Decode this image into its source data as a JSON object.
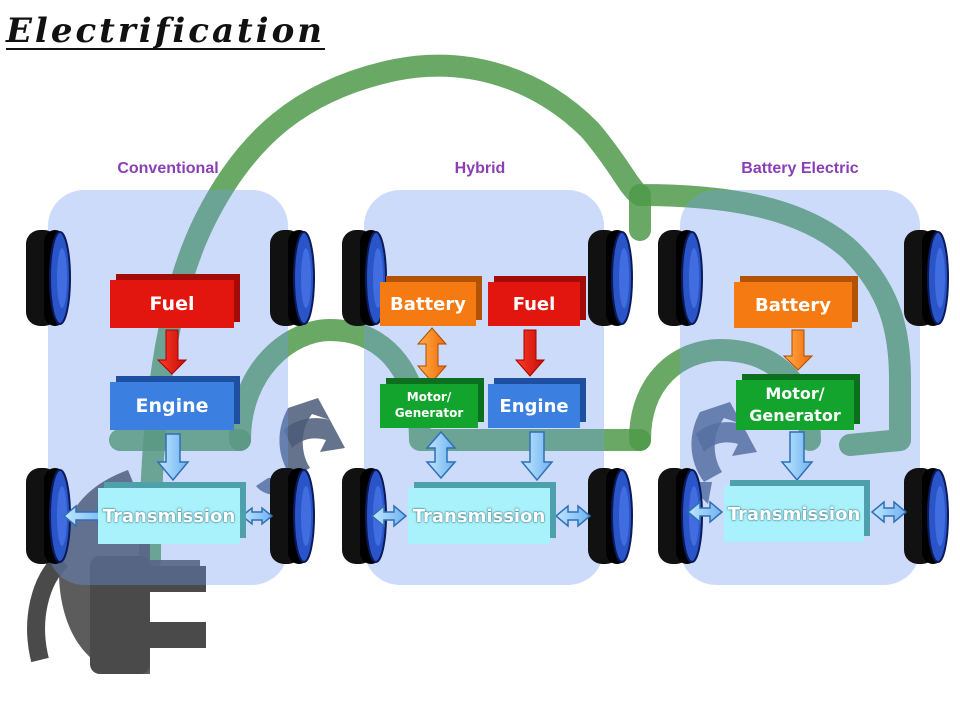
{
  "title": "Electrification",
  "sections": {
    "conventional": {
      "label": "Conventional",
      "fuel": "Fuel",
      "engine": "Engine",
      "transmission": "Transmission"
    },
    "hybrid": {
      "label": "Hybrid",
      "battery": "Battery",
      "fuel": "Fuel",
      "motor_line1": "Motor/",
      "motor_line2": "Generator",
      "engine": "Engine",
      "transmission": "Transmission"
    },
    "battery_electric": {
      "label": "Battery Electric",
      "battery": "Battery",
      "motor_line1": "Motor/",
      "motor_line2": "Generator",
      "transmission": "Transmission"
    }
  },
  "icons": [
    "car-outline-icon",
    "recycle-icon",
    "plug-icon",
    "wheel-icon"
  ],
  "colors": {
    "fuel": "#e3150f",
    "battery": "#f57a12",
    "engine": "#3b7fe0",
    "motor": "#13a42e",
    "transmission": "#a9f1fb",
    "car_outline": "#4f9a4a",
    "label": "#8a3fb5"
  }
}
